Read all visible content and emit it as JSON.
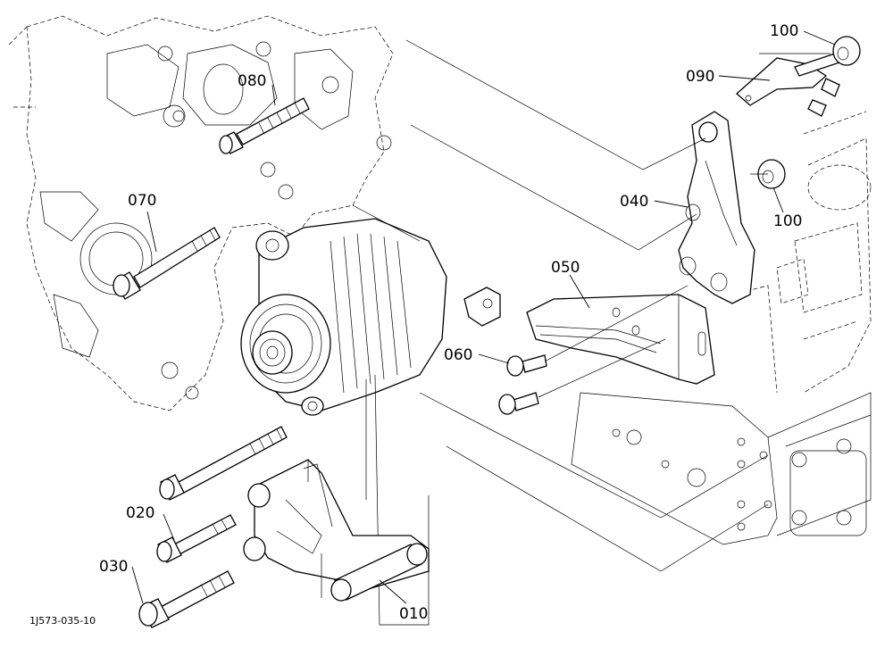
{
  "diagram": {
    "drawing_code": "1J573-035-10",
    "callouts": {
      "p100a": "100",
      "p090": "090",
      "p080": "080",
      "p070": "070",
      "p040": "040",
      "p100b": "100",
      "p050": "050",
      "p060": "060",
      "p020": "020",
      "p030": "030",
      "p010": "010"
    }
  }
}
